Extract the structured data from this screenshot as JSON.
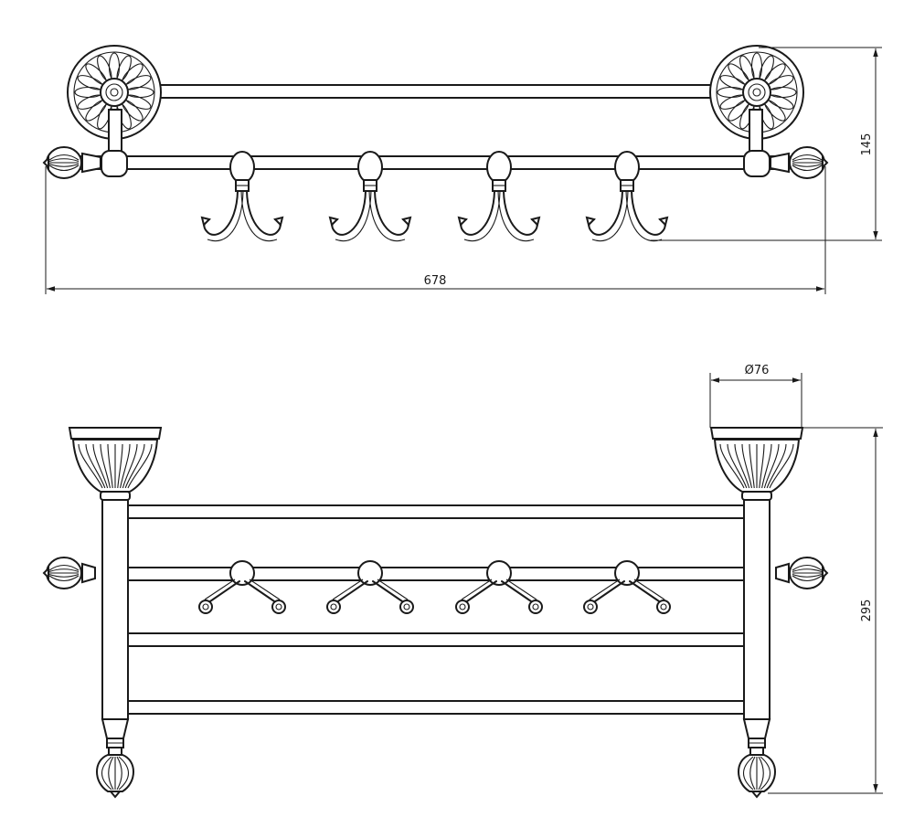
{
  "dimensions": {
    "width_total": "678",
    "height_top": "145",
    "diameter": "Ø76",
    "height_front": "295"
  },
  "counts": {
    "hooks": 4
  },
  "colors": {
    "line": "#1a1a1a",
    "background": "#ffffff"
  }
}
